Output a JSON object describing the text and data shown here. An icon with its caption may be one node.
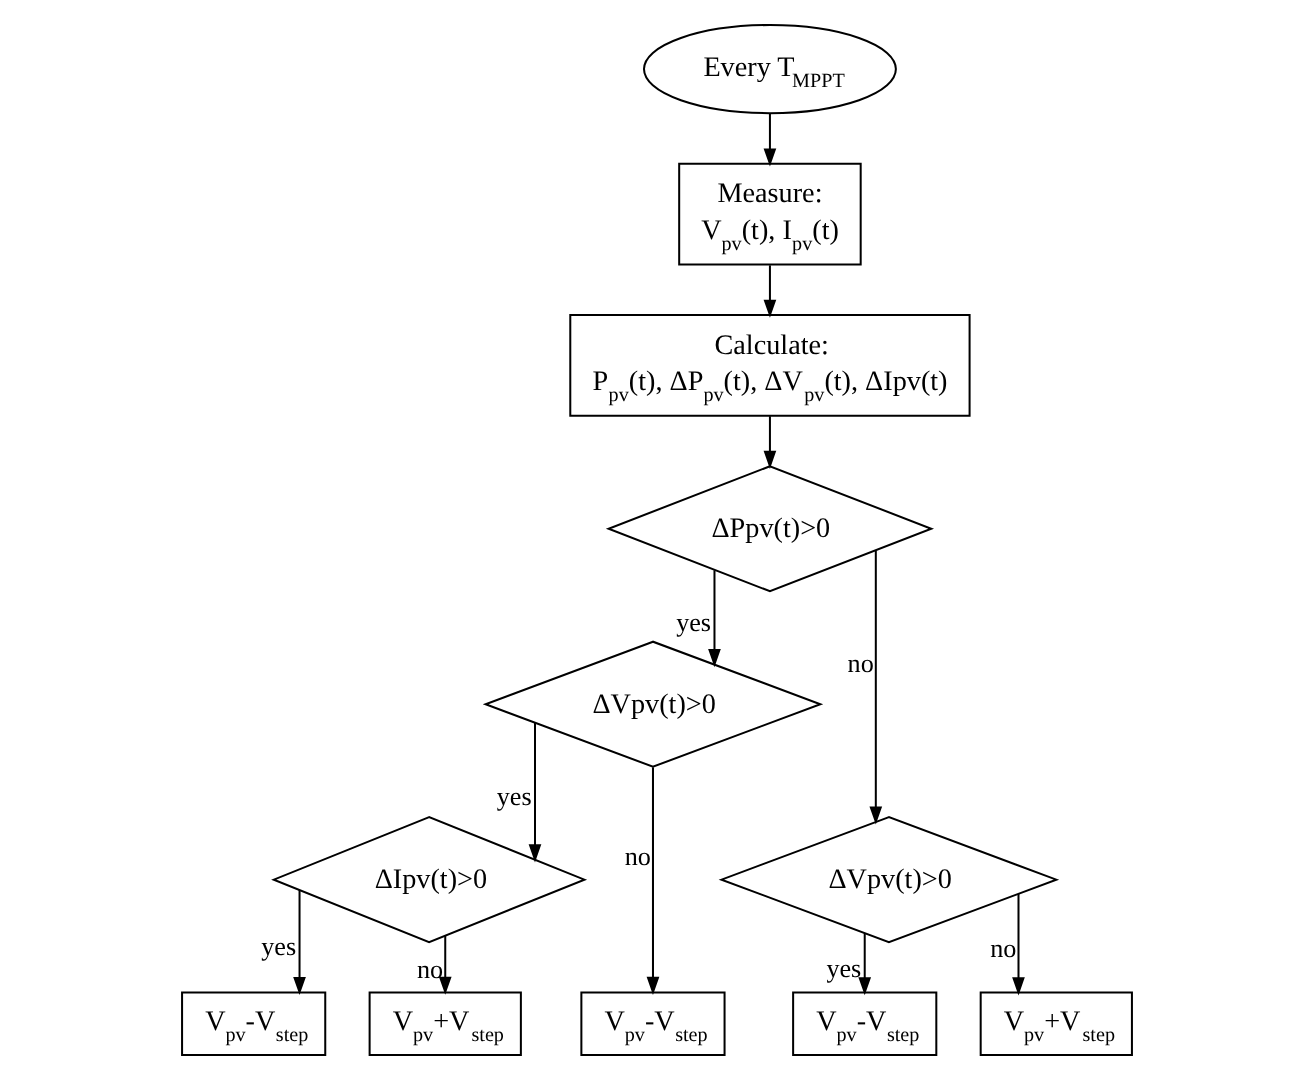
{
  "diagram": {
    "nodes": [
      {
        "text": [
          "Every T$_{MPPT}$"
        ]
      },
      {
        "text": [
          "Measure:",
          "V$_{pv}$(t), I$_{pv}$(t)"
        ]
      },
      {
        "text": [
          "Calculate:",
          "P$_{pv}$(t), ΔP$_{pv}$(t), ΔV$_{pv}$(t), ΔIpv(t)"
        ]
      },
      {
        "text": [
          "ΔPpv(t)>0"
        ]
      },
      {
        "text": [
          "ΔVpv(t)>0"
        ]
      },
      {
        "text": [
          "ΔVpv(t)>0"
        ]
      },
      {
        "text": [
          "ΔIpv(t)>0"
        ]
      },
      {
        "text": [
          "V$_{pv}$-V$_{step}$"
        ]
      },
      {
        "text": [
          "V$_{pv}$+V$_{step}$"
        ]
      },
      {
        "text": [
          "V$_{pv}$-V$_{step}$"
        ]
      },
      {
        "text": [
          "V$_{pv}$-V$_{step}$"
        ]
      },
      {
        "text": [
          "V$_{pv}$+V$_{step}$"
        ]
      }
    ],
    "edges": [
      {
        "from": 0,
        "to": 1,
        "arrow": "to"
      },
      {
        "from": 1,
        "to": 2,
        "arrow": "to"
      },
      {
        "from": 2,
        "to": 3,
        "arrow": "to"
      },
      {
        "from": 3,
        "to": 4,
        "arrow": "to",
        "label": "yes"
      },
      {
        "from": 3,
        "to": 5,
        "arrow": "to",
        "label": "no"
      },
      {
        "from": 4,
        "to": 6,
        "arrow": "to",
        "label": "yes"
      },
      {
        "from": 4,
        "to": 9,
        "arrow": "to",
        "label": "no"
      },
      {
        "from": 6,
        "to": 7,
        "arrow": "to",
        "label": "yes"
      },
      {
        "from": 6,
        "to": 8,
        "arrow": "to",
        "label": "no"
      },
      {
        "from": 5,
        "to": 10,
        "arrow": "to",
        "label": "yes"
      },
      {
        "from": 5,
        "to": 11,
        "arrow": "to",
        "label": "no"
      }
    ]
  }
}
